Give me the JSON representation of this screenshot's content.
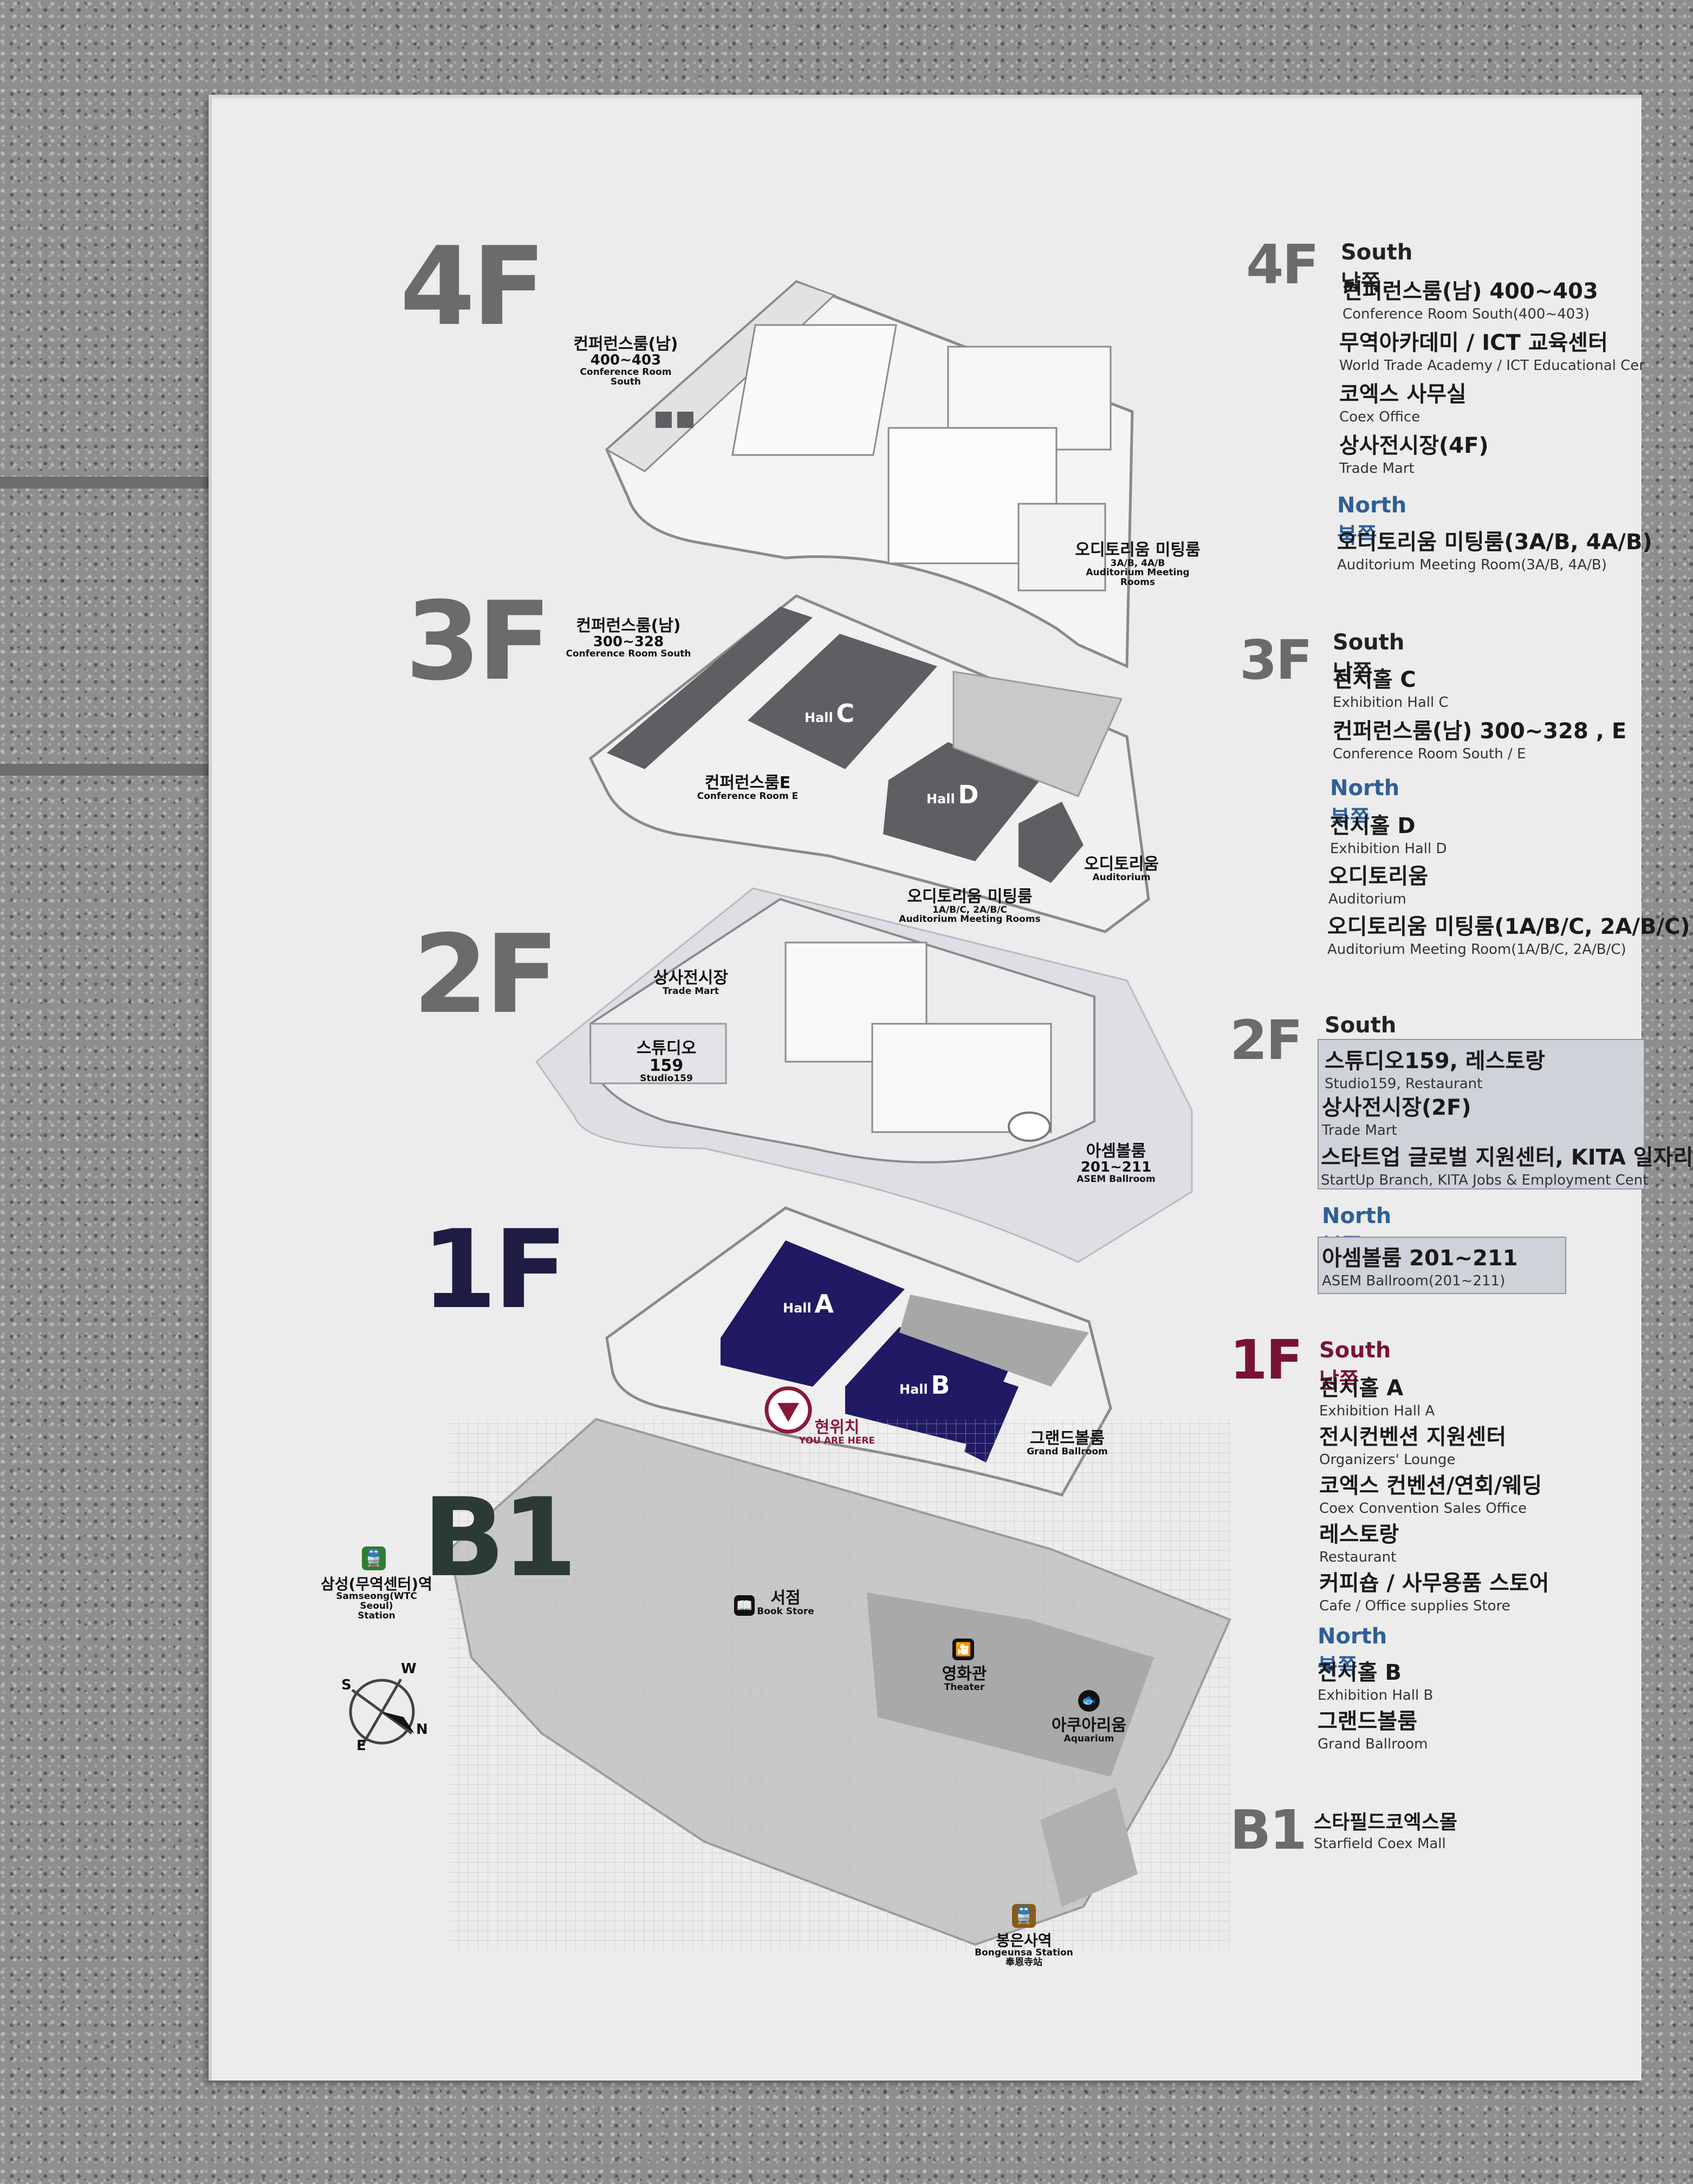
{
  "map": {
    "floors": {
      "f4": {
        "label": "4F"
      },
      "f3": {
        "label": "3F"
      },
      "f2": {
        "label": "2F"
      },
      "f1": {
        "label": "1F"
      },
      "b1": {
        "label": "B1"
      }
    },
    "labels": {
      "conf_south_4f": {
        "ko": "컨퍼런스룸(남)",
        "num": "400~403",
        "en": "Conference Room South"
      },
      "aud_meeting_4f": {
        "ko": "오디토리움 미팅룸",
        "num": "3A/B, 4A/B",
        "en": "Auditorium Meeting Rooms"
      },
      "conf_south_3f": {
        "ko": "컨퍼런스룸(남)",
        "num": "300~328",
        "en": "Conference Room South"
      },
      "conf_e_3f": {
        "ko": "컨퍼런스룸E",
        "en": "Conference Room E"
      },
      "aud_meeting_3f": {
        "ko": "오디토리움 미팅룸",
        "num": "1A/B/C, 2A/B/C",
        "en": "Auditorium Meeting Rooms"
      },
      "auditorium_3f": {
        "ko": "오디토리움",
        "en": "Auditorium"
      },
      "trade_mart_2f": {
        "ko": "상사전시장",
        "en": "Trade Mart"
      },
      "studio_2f": {
        "ko": "스튜디오159",
        "en": "Studio159"
      },
      "asem_2f": {
        "ko": "아셈볼룸",
        "num": "201~211",
        "en": "ASEM Ballroom"
      },
      "grand_1f": {
        "ko": "그랜드볼룸",
        "en": "Grand Ballroom"
      },
      "here_1f": {
        "ko": "현위치",
        "en": "YOU ARE HERE"
      },
      "samseong": {
        "ko": "삼성(무역센터)역",
        "en": "Samseong(WTC Seoul)",
        "en2": "Station"
      },
      "bookstore": {
        "ko": "서점",
        "en": "Book Store"
      },
      "theater": {
        "ko": "영화관",
        "en": "Theater"
      },
      "aquarium": {
        "ko": "아쿠아리움",
        "en": "Aquarium"
      },
      "bongeunsa": {
        "ko": "봉은사역",
        "en": "Bongeunsa Station",
        "han": "奉恩寺站"
      }
    },
    "halls": {
      "c": {
        "word": "Hall",
        "letter": "C"
      },
      "d": {
        "word": "Hall",
        "letter": "D"
      },
      "a": {
        "word": "Hall",
        "letter": "A"
      },
      "b": {
        "word": "Hall",
        "letter": "B"
      }
    },
    "compass": {
      "w": "W",
      "s": "S",
      "e": "E",
      "n": "N"
    },
    "colors": {
      "hall_dark": "#5d5f63",
      "hall_1f": "#1f1a63",
      "here_red": "#8a1838",
      "station_green": "#2e7d32",
      "station_brown": "#8a5a1c"
    }
  },
  "directory": {
    "f4": {
      "floor": "4F",
      "south": "South 남쪽",
      "south_items": [
        {
          "ko": "컨퍼런스룸(남) 400~403",
          "en": "Conference Room South(400~403)"
        },
        {
          "ko": "무역아카데미 / ICT 교육센터",
          "en": "World Trade Academy / ICT Educational Cer"
        },
        {
          "ko": "코엑스 사무실",
          "en": "Coex Office"
        },
        {
          "ko": "상사전시장(4F)",
          "en": "Trade Mart"
        }
      ],
      "north": "North 북쪽",
      "north_items": [
        {
          "ko": "오디토리움 미팅룸(3A/B, 4A/B)",
          "en": "Auditorium Meeting Room(3A/B, 4A/B)"
        }
      ]
    },
    "f3": {
      "floor": "3F",
      "south": "South 남쪽",
      "south_items": [
        {
          "ko": "전시홀 C",
          "en": "Exhibition Hall C"
        },
        {
          "ko": "컨퍼런스룸(남) 300~328 , E",
          "en": "Conference Room South / E"
        }
      ],
      "north": "North 북쪽",
      "north_items": [
        {
          "ko": "전시홀 D",
          "en": "Exhibition Hall D"
        },
        {
          "ko": "오디토리움",
          "en": "Auditorium"
        },
        {
          "ko": "오디토리움 미팅룸(1A/B/C, 2A/B/C)",
          "en": "Auditorium Meeting Room(1A/B/C, 2A/B/C)"
        }
      ]
    },
    "f2": {
      "floor": "2F",
      "south": "South 남쪽",
      "south_items": [
        {
          "ko": "스튜디오159, 레스토랑",
          "en": "Studio159, Restaurant"
        },
        {
          "ko": "상사전시장(2F)",
          "en": "Trade Mart"
        },
        {
          "ko": "스타트업 글로벌 지원센터, KITA 일자리",
          "en": "StartUp Branch, KITA Jobs & Employment Cent"
        }
      ],
      "north": "North 북쪽",
      "north_items": [
        {
          "ko": "아셈볼룸 201~211",
          "en": "ASEM Ballroom(201~211)"
        }
      ]
    },
    "f1": {
      "floor": "1F",
      "south": "South 남쪽",
      "south_items": [
        {
          "ko": "전시홀 A",
          "en": "Exhibition Hall A"
        },
        {
          "ko": "전시컨벤션 지원센터",
          "en": "Organizers' Lounge"
        },
        {
          "ko": "코엑스 컨벤션/연회/웨딩",
          "en": "Coex Convention Sales Office"
        },
        {
          "ko": "레스토랑",
          "en": "Restaurant"
        },
        {
          "ko": "커피숍 / 사무용품 스토어",
          "en": "Cafe / Office supplies Store"
        }
      ],
      "north": "North 북쪽",
      "north_items": [
        {
          "ko": "전시홀 B",
          "en": "Exhibition Hall B"
        },
        {
          "ko": "그랜드볼룸",
          "en": "Grand Ballroom"
        }
      ]
    },
    "b1": {
      "floor": "B1",
      "items": [
        {
          "ko": "스타필드코엑스몰",
          "en": "Starfield Coex Mall"
        }
      ]
    }
  }
}
